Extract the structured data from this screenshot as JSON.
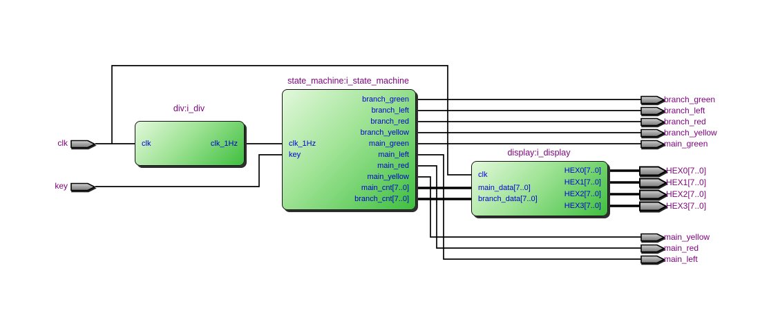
{
  "pins": {
    "inputs": {
      "clk": "clk",
      "key": "key"
    },
    "outputs_top": [
      "branch_green",
      "branch_left",
      "branch_red",
      "branch_yellow",
      "main_green"
    ],
    "outputs_hex": [
      "HEX0[7..0]",
      "HEX1[7..0]",
      "HEX2[7..0]",
      "HEX3[7..0]"
    ],
    "outputs_bottom": [
      "main_yellow",
      "main_red",
      "main_left"
    ]
  },
  "blocks": {
    "div": {
      "title": "div:i_div",
      "left_ports": [
        "clk"
      ],
      "right_ports": [
        "clk_1Hz"
      ]
    },
    "state_machine": {
      "title": "state_machine:i_state_machine",
      "left_ports": [
        "clk_1Hz",
        "key"
      ],
      "right_ports": [
        "branch_green",
        "branch_left",
        "branch_red",
        "branch_yellow",
        "main_green",
        "main_left",
        "main_red",
        "main_yellow",
        "main_cnt[7..0]",
        "branch_cnt[7..0]"
      ]
    },
    "display": {
      "title": "display:i_display",
      "left_ports": [
        "clk",
        "main_data[7..0]",
        "branch_data[7..0]"
      ],
      "right_ports": [
        "HEX0[7..0]",
        "HEX1[7..0]",
        "HEX2[7..0]",
        "HEX3[7..0]"
      ]
    }
  },
  "colors": {
    "block_fill_light": "#e2f8db",
    "block_fill_dark": "#3fbf3f",
    "port_text": "#0000d4",
    "label_text": "#7d007d",
    "wire": "#000000",
    "pin_fill": "#a6a6a6",
    "background": "#ffffff"
  }
}
